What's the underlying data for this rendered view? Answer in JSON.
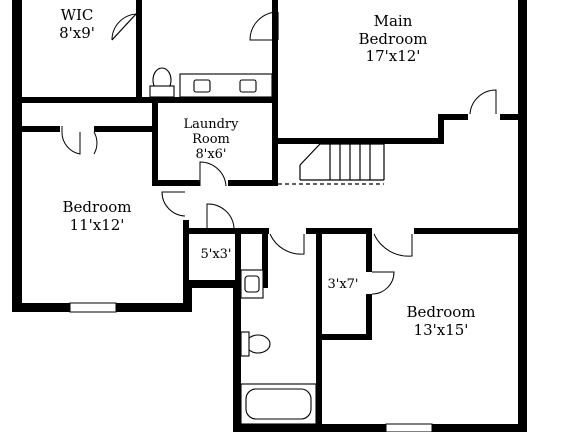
{
  "rooms": {
    "wic": {
      "name": "WIC",
      "size": "8'x9'"
    },
    "main_bedroom": {
      "name_line1": "Main",
      "name_line2": "Bedroom",
      "size": "17'x12'"
    },
    "laundry": {
      "name_line1": "Laundry",
      "name_line2": "Room",
      "size": "8'x6'"
    },
    "bedroom_left": {
      "name": "Bedroom",
      "size": "11'x12'"
    },
    "closet_hall": {
      "size": "5'x3'"
    },
    "closet_right": {
      "size": "3'x7'"
    },
    "bedroom_right": {
      "name": "Bedroom",
      "size": "13'x15'"
    }
  }
}
